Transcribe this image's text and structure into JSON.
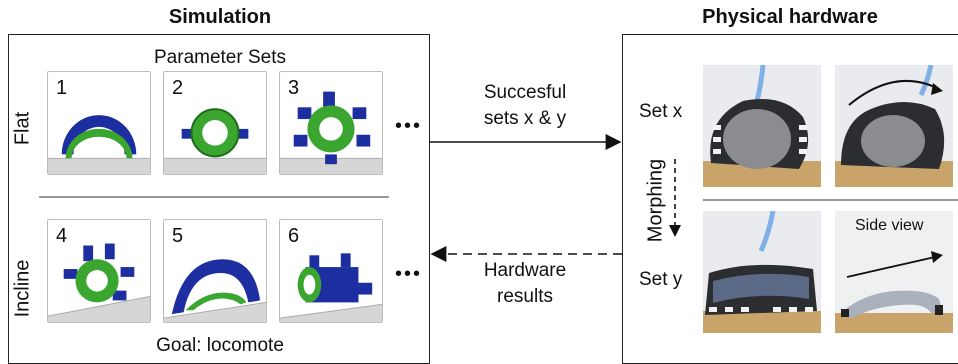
{
  "simulation": {
    "heading": "Simulation",
    "subheading": "Parameter Sets",
    "row_flat_label": "Flat",
    "row_incline_label": "Incline",
    "set_numbers": [
      "1",
      "2",
      "3",
      "4",
      "5",
      "6"
    ],
    "ellipsis": "•••",
    "goal": "Goal: locomote"
  },
  "hardware": {
    "heading": "Physical hardware",
    "set_x_label": "Set x",
    "set_y_label": "Set y",
    "morphing_label": "Morphing",
    "side_view_label": "Side view"
  },
  "arrows": {
    "forward_line1": "Succesful",
    "forward_line2": "sets x & y",
    "back_line1": "Hardware",
    "back_line2": "results"
  },
  "colors": {
    "frame": "#222222",
    "robot_green": "#3aa630",
    "robot_blue": "#1c2ea0",
    "ground": "#d6d6d6"
  }
}
